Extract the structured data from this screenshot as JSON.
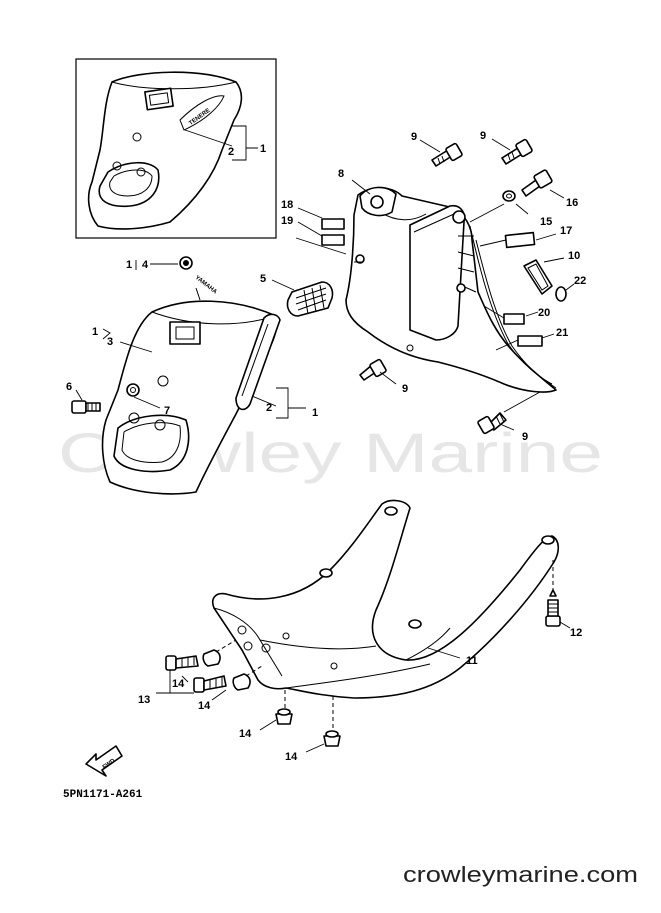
{
  "diagram_code": "5PN1171-A261",
  "watermark": "Crowley Marine",
  "site_url": "crowleymarine.com",
  "fwd_label": "FWD",
  "emblem_text": "YAMAHA",
  "callouts": {
    "c1a": "1",
    "c2a": "2",
    "c1b": "1",
    "c4": "4",
    "c1c": "1",
    "c3": "3",
    "c6": "6",
    "c7": "7",
    "c2b": "2",
    "c1d": "1",
    "c5": "5",
    "c8": "8",
    "c9a": "9",
    "c9b": "9",
    "c9c": "9",
    "c9d": "9",
    "c16": "16",
    "c15": "15",
    "c17": "17",
    "c18": "18",
    "c19": "19",
    "c10": "10",
    "c22": "22",
    "c20": "20",
    "c21": "21",
    "c12": "12",
    "c11": "11",
    "c13": "13",
    "c14a": "14",
    "c14b": "14",
    "c14c": "14",
    "c14d": "14"
  }
}
